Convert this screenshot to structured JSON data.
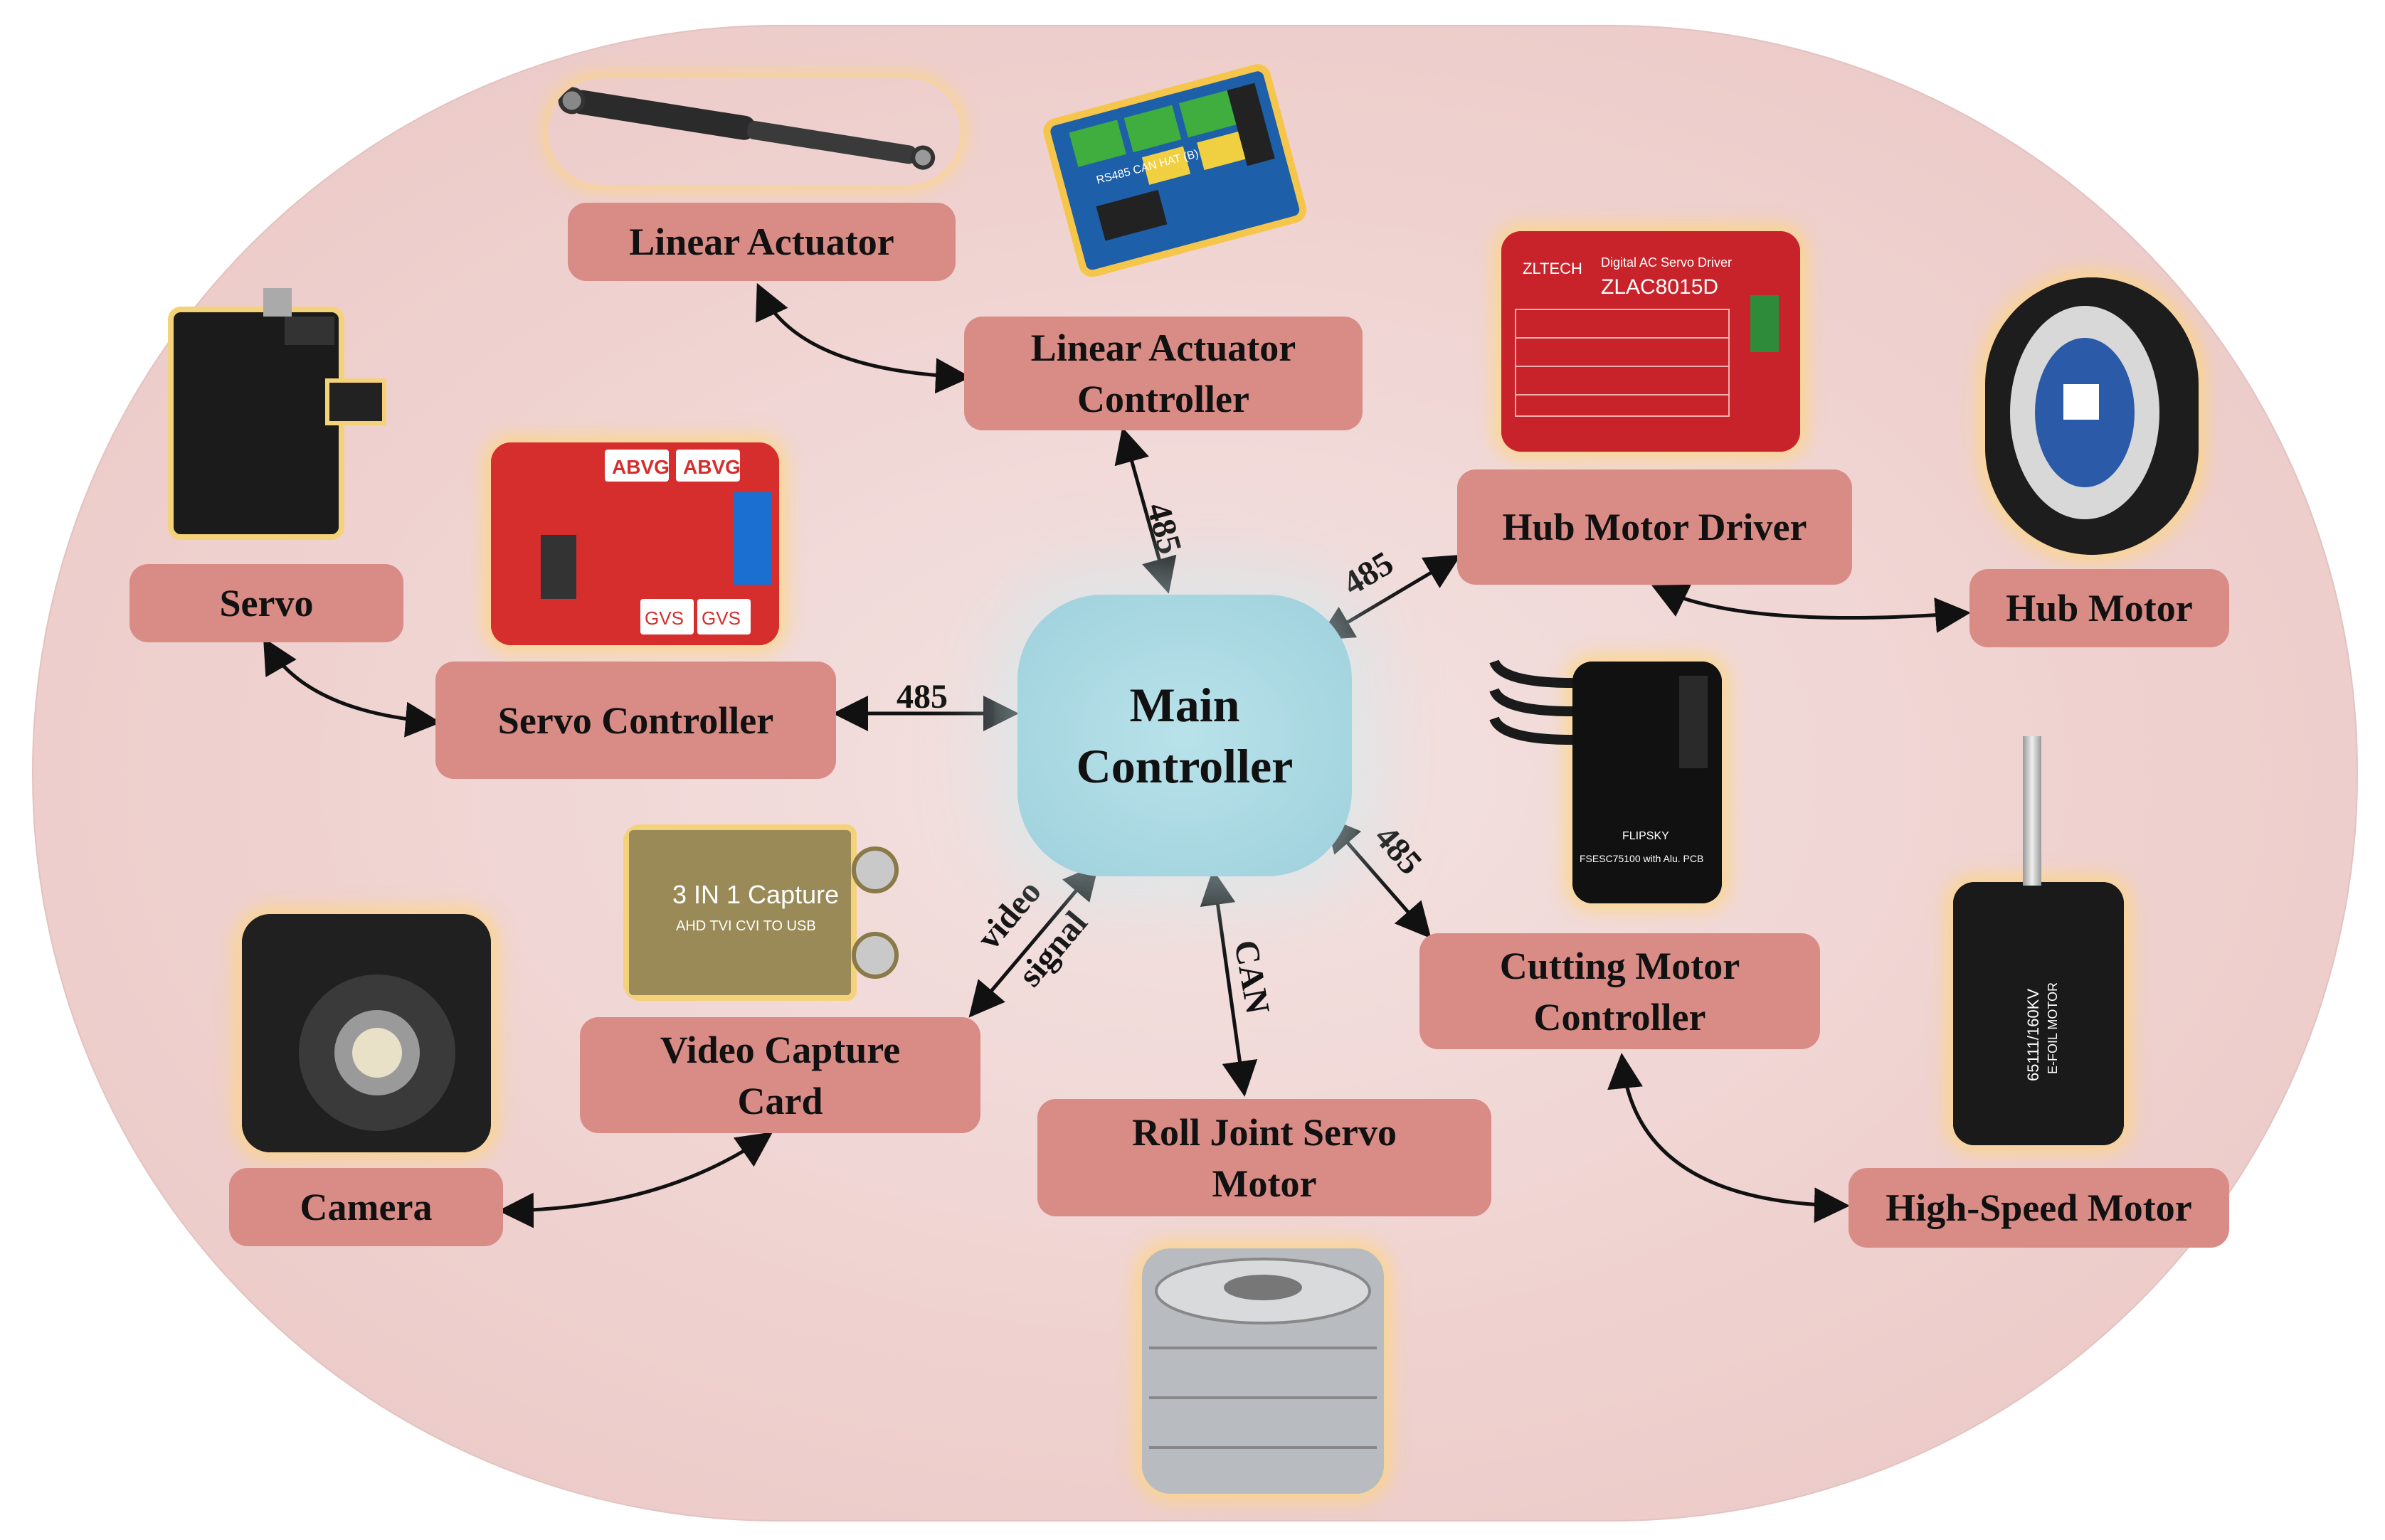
{
  "nodes": {
    "linear_actuator": "Linear Actuator",
    "linear_actuator_controller_1": "Linear Actuator",
    "linear_actuator_controller_2": "Controller",
    "hub_motor_driver": "Hub Motor Driver",
    "hub_motor": "Hub Motor",
    "servo": "Servo",
    "servo_controller": "Servo Controller",
    "main_controller_1": "Main",
    "main_controller_2": "Controller",
    "cutting_motor_controller_1": "Cutting Motor",
    "cutting_motor_controller_2": "Controller",
    "high_speed_motor": "High-Speed Motor",
    "video_capture_card_1": "Video Capture",
    "video_capture_card_2": "Card",
    "camera": "Camera",
    "roll_joint_1": "Roll Joint Servo",
    "roll_joint_2": "Motor"
  },
  "links": {
    "la_ctrl_main": "485",
    "hub_driver_main": "485",
    "servo_ctrl_main": "485",
    "cutting_main": "485",
    "roll_main": "CAN",
    "video_main_1": "video",
    "video_main_2": "signal"
  },
  "device_labels": {
    "hat_chip": "RS485 CAN HAT (B)",
    "driver_brand": "ZLTECH",
    "driver_title": "Digital AC Servo Driver",
    "driver_model": "ZLAC8015D",
    "servo_board_1": "ABVG",
    "servo_board_2": "ABVG",
    "servo_board_3": "GVS",
    "servo_board_4": "GVS",
    "capture_title": "3 IN 1 Capture",
    "capture_sub": "AHD TVI CVI TO USB",
    "esc_brand": "FLIPSKY",
    "esc_model": "FSESC75100 with Alu. PCB",
    "motor_model": "65111/160KV",
    "motor_sub": "E-FOIL MOTOR"
  },
  "colors": {
    "node_fill": "#d98b86",
    "main_fill": "#a6d6e0",
    "background": "#efd2d0",
    "arrow": "#111111"
  }
}
